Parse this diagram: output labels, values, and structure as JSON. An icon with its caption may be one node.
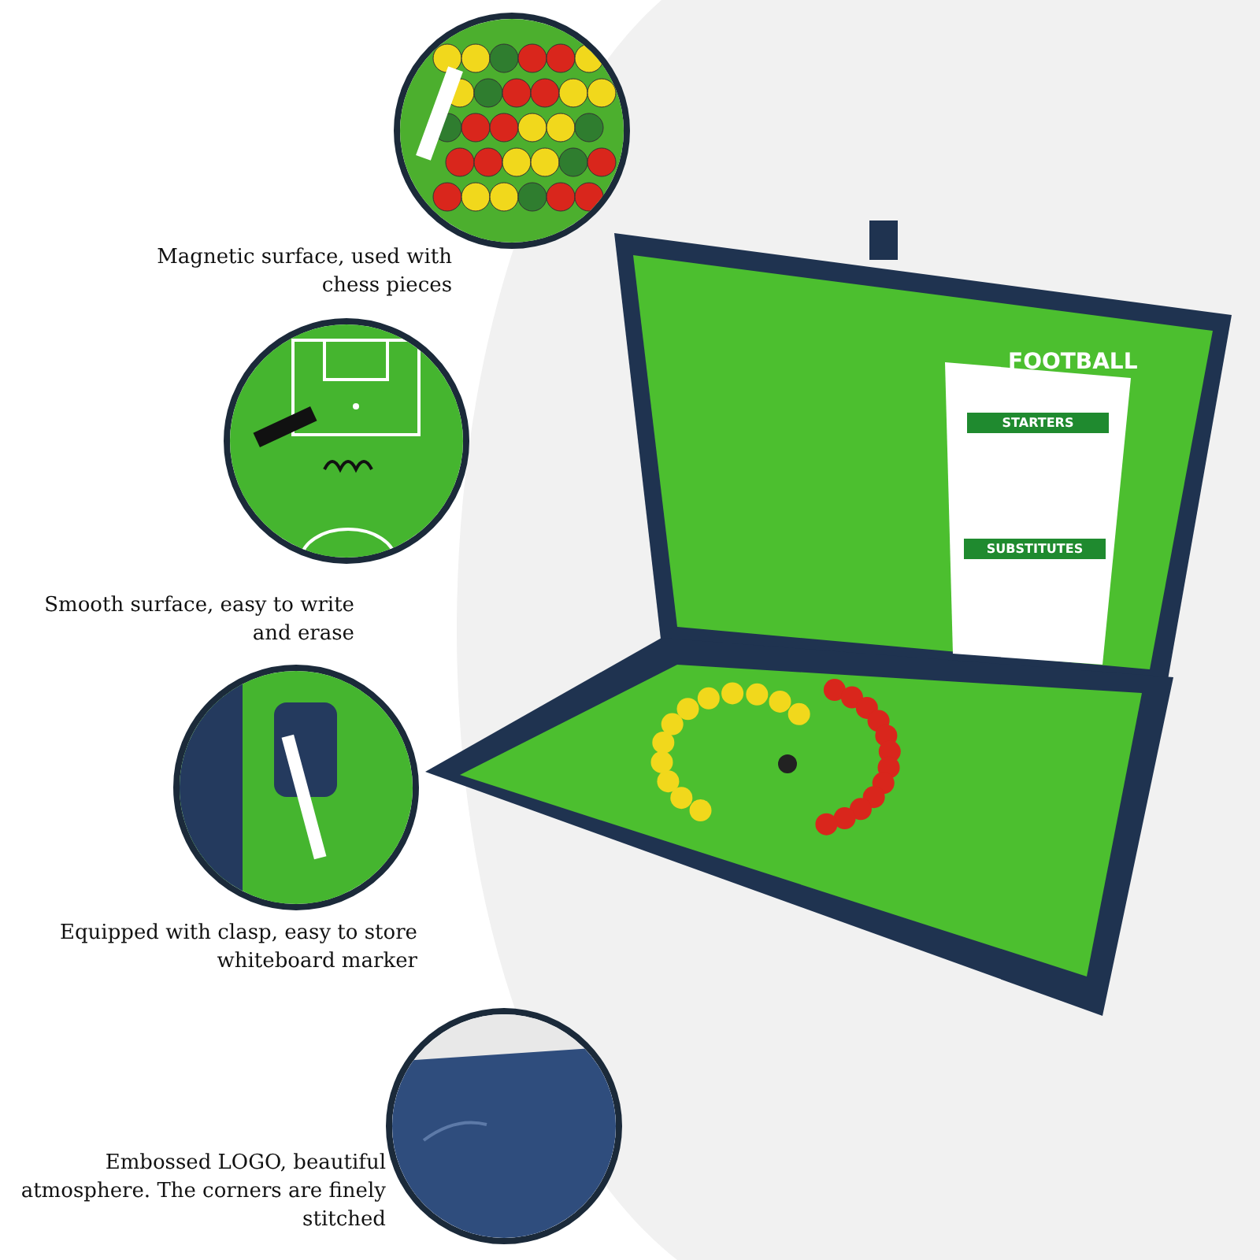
{
  "diagram": {
    "nodes": [
      {
        "text": [],
        "shape": "picture",
        "beside": [
          "Magnetic surface, used with chess pieces"
        ]
      },
      {
        "text": [],
        "shape": "picture",
        "beside": [
          "Smooth surface, easy to write and erase"
        ]
      },
      {
        "text": [],
        "shape": "picture",
        "beside": [
          "Equipped with clasp, easy to store whiteboard marker"
        ]
      },
      {
        "text": [],
        "shape": "picture",
        "beside": [
          "Embossed LOGO, beautiful atmosphere. The corners are finely stitched"
        ]
      },
      {
        "text": [],
        "shape": "picture"
      }
    ],
    "edges": [],
    "labels": [
      "FOOTBALL",
      "STARTERS",
      "SUBSTITUTES"
    ]
  }
}
